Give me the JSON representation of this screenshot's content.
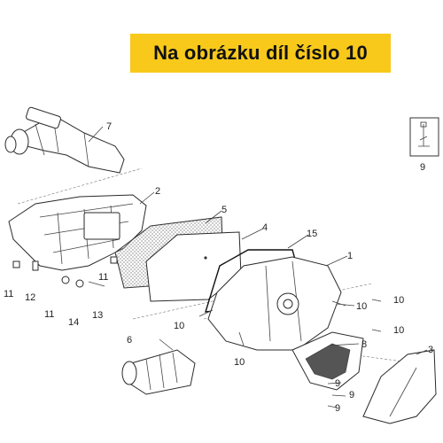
{
  "banner": {
    "text": "Na obrázku díl číslo 10"
  },
  "callouts": [
    "7",
    "2",
    "5",
    "4",
    "15",
    "1",
    "11",
    "12",
    "11",
    "14",
    "13",
    "11",
    "10",
    "10",
    "10",
    "10",
    "6",
    "8",
    "3",
    "9",
    "9",
    "9",
    "9",
    "10"
  ],
  "colors": {
    "banner": "#f8c91a",
    "outline": "#2a2a2a",
    "text": "#222222"
  }
}
